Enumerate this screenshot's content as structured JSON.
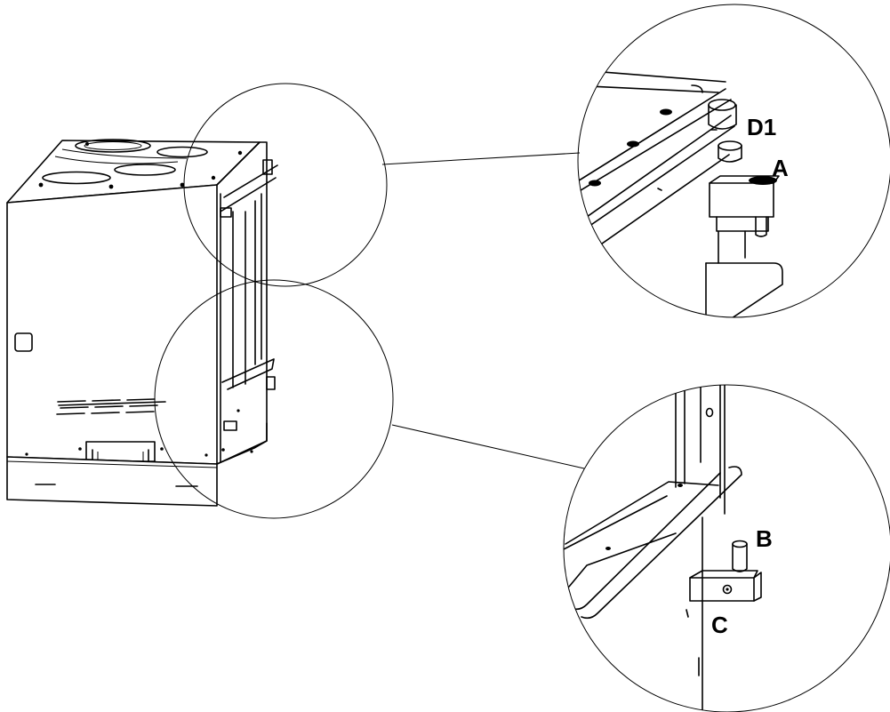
{
  "figure": {
    "labels": {
      "d1": "D1",
      "a": "A",
      "b": "B",
      "c": "C"
    },
    "line_color": "#000000",
    "background": "#ffffff"
  }
}
